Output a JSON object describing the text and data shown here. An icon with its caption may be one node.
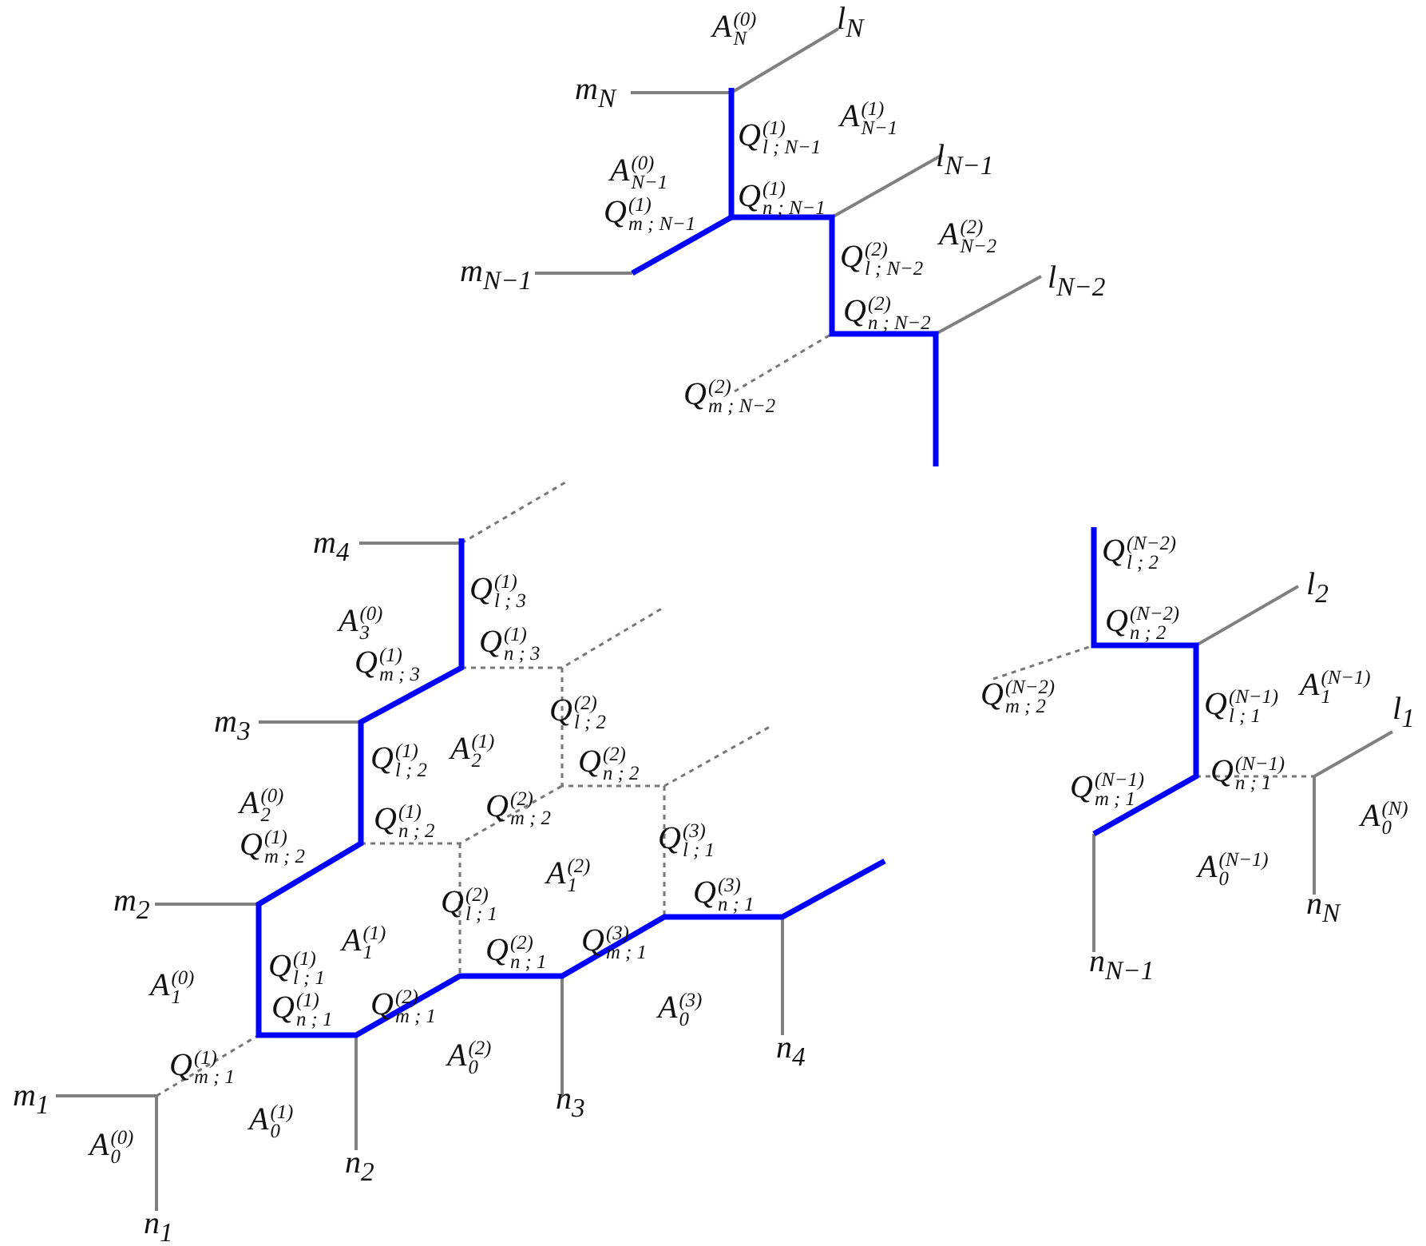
{
  "diagram": {
    "labels": [
      "A$^{(0)}$$_{N}$",
      "l$_{N}$",
      "m$_{N}$",
      "Q$^{(1)}$$_{l ; N−1}$",
      "A$^{(1)}$$_{N−1}$",
      "l$_{N−1}$",
      "A$^{(0)}$$_{N−1}$",
      "Q$^{(1)}$$_{n ; N−1}$",
      "A$^{(2)}$$_{N−2}$",
      "Q$^{(1)}$$_{m ; N−1}$",
      "Q$^{(2)}$$_{l ; N−2}$",
      "m$_{N−1}$",
      "l$_{N−2}$",
      "Q$^{(2)}$$_{n ; N−2}$",
      "Q$^{(2)}$$_{m ; N−2}$",
      "m$_{4}$",
      "Q$^{(1)}$$_{l ; 3}$",
      "A$^{(0)}$$_{3}$",
      "Q$^{(1)}$$_{n ; 3}$",
      "Q$^{(1)}$$_{m ; 3}$",
      "Q$^{(2)}$$_{l ; 2}$",
      "m$_{3}$",
      "A$^{(1)}$$_{2}$",
      "Q$^{(1)}$$_{l ; 2}$",
      "Q$^{(2)}$$_{n ; 2}$",
      "A$^{(0)}$$_{2}$",
      "Q$^{(2)}$$_{m ; 2}$",
      "Q$^{(3)}$$_{l ; 1}$",
      "Q$^{(1)}$$_{n ; 2}$",
      "A$^{(2)}$$_{1}$",
      "Q$^{(1)}$$_{m ; 2}$",
      "m$_{2}$",
      "Q$^{(3)}$$_{n ; 1}$",
      "Q$^{(2)}$$_{l ; 1}$",
      "A$^{(1)}$$_{1}$",
      "Q$^{(3)}$$_{m ; 1}$",
      "Q$^{(1)}$$_{l ; 1}$",
      "A$^{(0)}$$_{1}$",
      "Q$^{(2)}$$_{n ; 1}$",
      "Q$^{(2)}$$_{m ; 1}$",
      "Q$^{(1)}$$_{n ; 1}$",
      "A$^{(3)}$$_{0}$",
      "n$_{4}$",
      "A$^{(2)}$$_{0}$",
      "Q$^{(1)}$$_{m ; 1}$",
      "m$_{1}$",
      "n$_{3}$",
      "A$^{(1)}$$_{0}$",
      "A$^{(0)}$$_{0}$",
      "n$_{2}$",
      "n$_{1}$",
      "Q$^{(N−2)}$$_{l ; 2}$",
      "l$_{2}$",
      "Q$^{(N−2)}$$_{n ; 2}$",
      "Q$^{(N−2)}$$_{m ; 2}$",
      "A$^{(N−1)}$$_{1}$",
      "Q$^{(N−1)}$$_{l ; 1}$",
      "l$_{1}$",
      "Q$^{(N−1)}$$_{n ; 1}$",
      "Q$^{(N−1)}$$_{m ; 1}$",
      "A$^{(N)}$$_{0}$",
      "A$^{(N−1)}$$_{0}$",
      "n$_{N}$",
      "n$_{N−1}$"
    ]
  }
}
